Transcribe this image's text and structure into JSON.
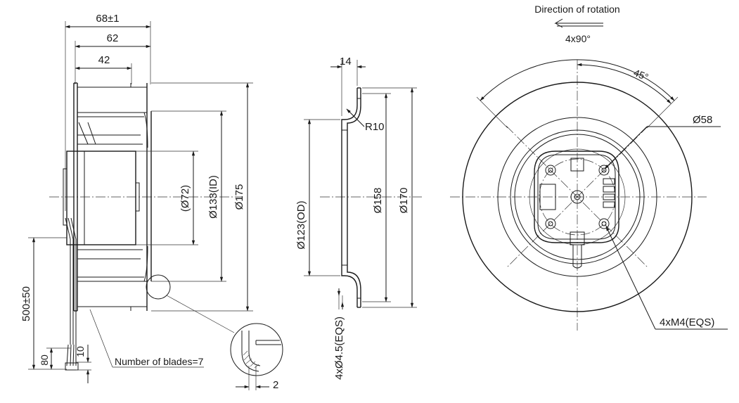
{
  "side_view": {
    "width_overall": "68±1",
    "width_mid": "62",
    "width_inner": "42",
    "dia_hub": "(Ø72)",
    "dia_inlet": "Ø133(ID)",
    "dia_outer": "Ø175",
    "cable_length": "500±50",
    "cable_strip": "80",
    "cable_end": "10",
    "blades_label": "Number of blades=7",
    "detail_dim": "2"
  },
  "profile_view": {
    "depth": "14",
    "radius": "R10",
    "dia_od": "Ø123(OD)",
    "dia_bolt": "Ø158",
    "dia_flange": "Ø170",
    "holes": "4xØ4.5(EQS)"
  },
  "front_view": {
    "rotation_label": "Direction of rotation",
    "angle_total": "4x90°",
    "angle_half": "45°",
    "dia_circle": "Ø58",
    "threads": "4xM4(EQS)"
  }
}
